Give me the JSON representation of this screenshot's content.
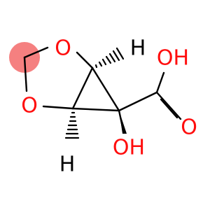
{
  "atoms": {
    "o_ring_top": "O",
    "o_ring_left": "O",
    "h_top": "H",
    "h_bottom": "H",
    "oh_acid": "OH",
    "o_carbonyl": "O",
    "oh_hydroxy": "OH"
  },
  "colors": {
    "oxygen": "#ff0d0d",
    "carbon_bond": "#000000",
    "highlight": "#f58080"
  }
}
